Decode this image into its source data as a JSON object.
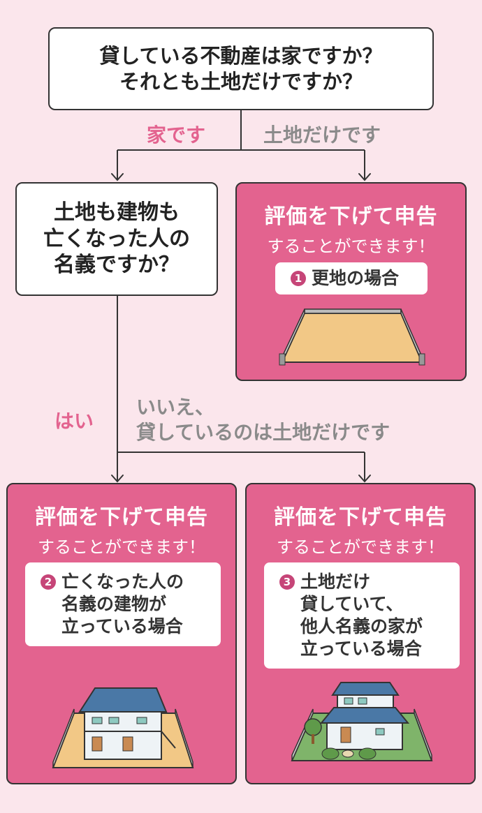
{
  "question1": {
    "lines": [
      "貸している不動産は家ですか？",
      "それとも土地だけですか？"
    ]
  },
  "branch1": {
    "yes": "家です",
    "no": "土地だけです"
  },
  "question2": {
    "lines": [
      "土地も建物も",
      "亡くなった人の",
      "名義ですか？"
    ]
  },
  "branch2": {
    "yes": "はい",
    "no_lines": [
      "いいえ、",
      "貸しているのは土地だけです"
    ]
  },
  "result_title": "評価を下げて申告",
  "result_subtitle": "することができます！",
  "case1": {
    "number": "1",
    "lines": [
      "更地の場合"
    ]
  },
  "case2": {
    "number": "2",
    "lines": [
      "亡くなった人の",
      "名義の建物が",
      "立っている場合"
    ]
  },
  "case3": {
    "number": "3",
    "lines": [
      "土地だけ",
      "貸していて、",
      "他人名義の家が",
      "立っている場合"
    ]
  },
  "colors": {
    "background": "#fbe6ec",
    "accent_pink": "#e3638f",
    "number_badge": "#c64578",
    "gray_text": "#8a8a8a"
  },
  "illustrations": [
    "empty-lot-icon",
    "apartment-on-lot-icon",
    "house-on-lot-icon"
  ]
}
